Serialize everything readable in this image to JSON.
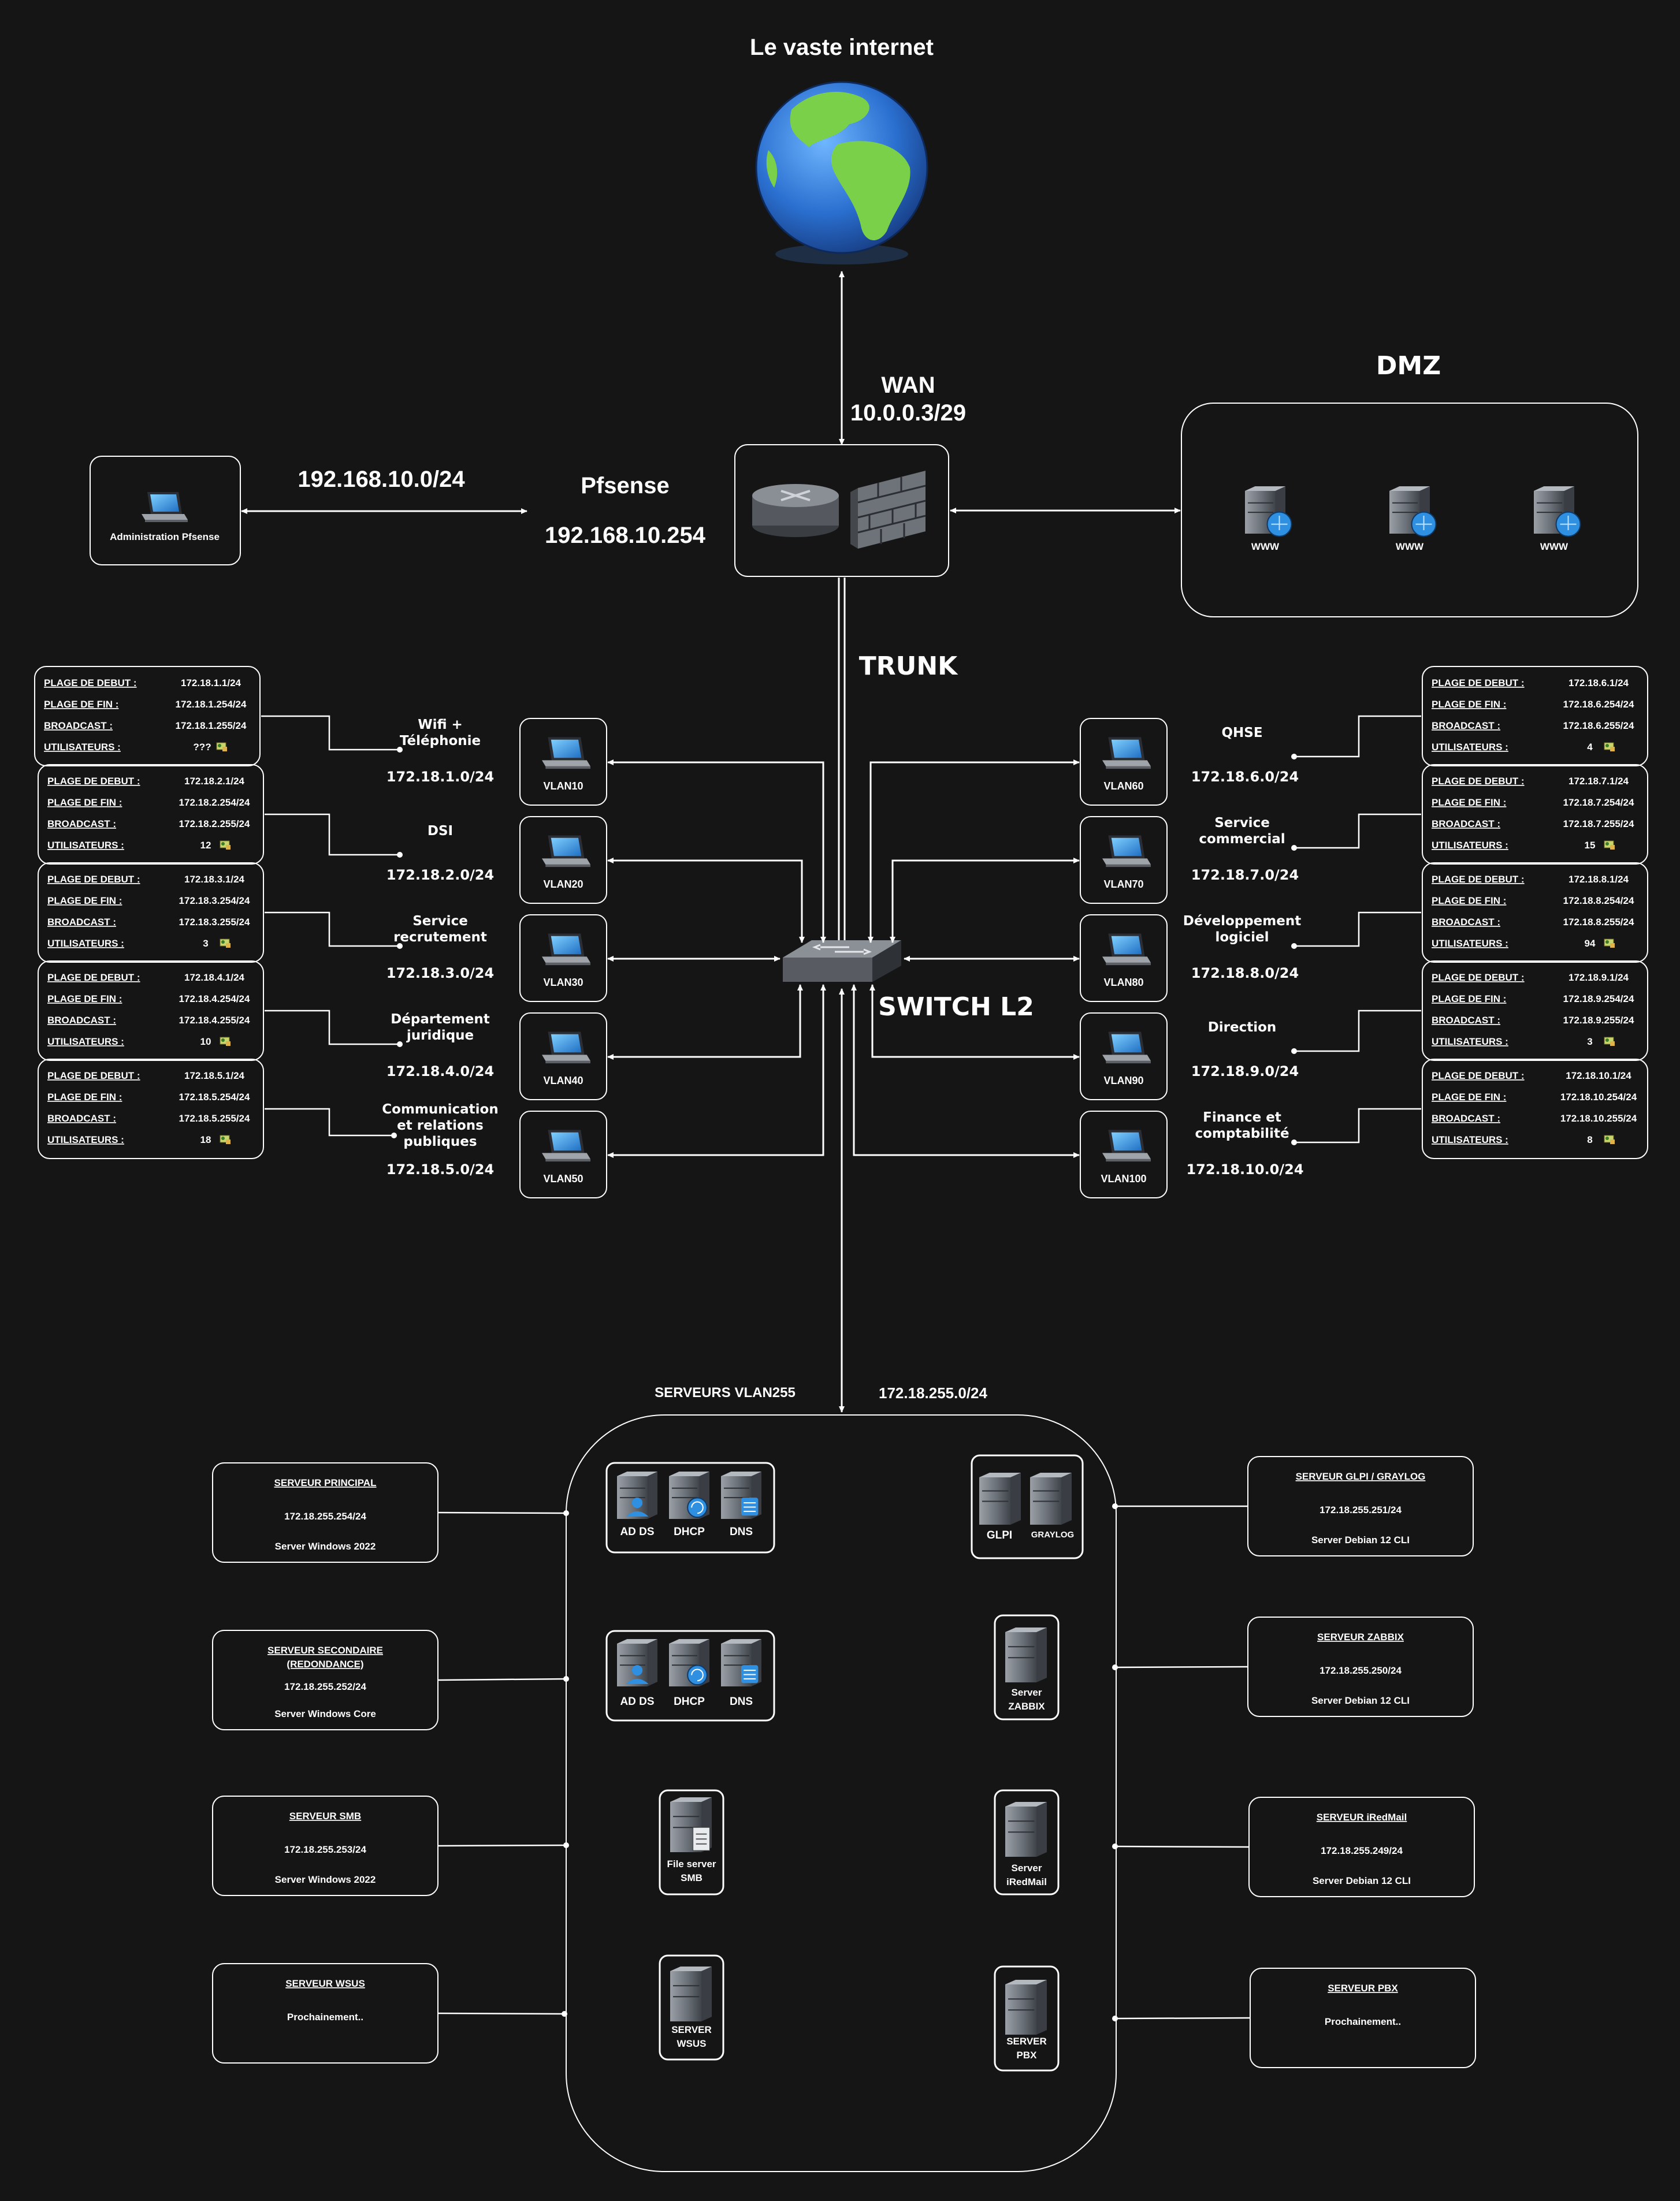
{
  "title": "Le vaste internet",
  "wan": {
    "label": "WAN",
    "ip": "10.0.0.3/29"
  },
  "dmz": {
    "title": "DMZ",
    "servers": [
      "www",
      "www",
      "www"
    ]
  },
  "admin": {
    "label": "Administration Pfsense",
    "network": "192.168.10.0/24"
  },
  "pfsense": {
    "label": "Pfsense",
    "ip": "192.168.10.254"
  },
  "trunk": "TRUNK",
  "switch_label": "SWITCH L2",
  "field_labels": {
    "start": "PLAGE DE DEBUT :",
    "end": "PLAGE DE FIN :",
    "broadcast": "BROADCAST :",
    "users": "UTILISATEURS :"
  },
  "vlans_left": [
    {
      "vlan": "VLAN10",
      "name": [
        "Wifi +",
        "Téléphonie"
      ],
      "subnet": "172.18.1.0/24",
      "start": "172.18.1.1/24",
      "end": "172.18.1.254/24",
      "broadcast": "172.18.1.255/24",
      "users": "???"
    },
    {
      "vlan": "VLAN20",
      "name": [
        "DSI"
      ],
      "subnet": "172.18.2.0/24",
      "start": "172.18.2.1/24",
      "end": "172.18.2.254/24",
      "broadcast": "172.18.2.255/24",
      "users": "12"
    },
    {
      "vlan": "VLAN30",
      "name": [
        "Service",
        "recrutement"
      ],
      "subnet": "172.18.3.0/24",
      "start": "172.18.3.1/24",
      "end": "172.18.3.254/24",
      "broadcast": "172.18.3.255/24",
      "users": "3"
    },
    {
      "vlan": "VLAN40",
      "name": [
        "Département",
        "juridique"
      ],
      "subnet": "172.18.4.0/24",
      "start": "172.18.4.1/24",
      "end": "172.18.4.254/24",
      "broadcast": "172.18.4.255/24",
      "users": "10"
    },
    {
      "vlan": "VLAN50",
      "name": [
        "Communication",
        "et relations",
        "publiques"
      ],
      "subnet": "172.18.5.0/24",
      "start": "172.18.5.1/24",
      "end": "172.18.5.254/24",
      "broadcast": "172.18.5.255/24",
      "users": "18"
    }
  ],
  "vlans_right": [
    {
      "vlan": "VLAN60",
      "name": [
        "QHSE"
      ],
      "subnet": "172.18.6.0/24",
      "start": "172.18.6.1/24",
      "end": "172.18.6.254/24",
      "broadcast": "172.18.6.255/24",
      "users": "4"
    },
    {
      "vlan": "VLAN70",
      "name": [
        "Service",
        "commercial"
      ],
      "subnet": "172.18.7.0/24",
      "start": "172.18.7.1/24",
      "end": "172.18.7.254/24",
      "broadcast": "172.18.7.255/24",
      "users": "15"
    },
    {
      "vlan": "VLAN80",
      "name": [
        "Développement",
        "logiciel"
      ],
      "subnet": "172.18.8.0/24",
      "start": "172.18.8.1/24",
      "end": "172.18.8.254/24",
      "broadcast": "172.18.8.255/24",
      "users": "94"
    },
    {
      "vlan": "VLAN90",
      "name": [
        "Direction"
      ],
      "subnet": "172.18.9.0/24",
      "start": "172.18.9.1/24",
      "end": "172.18.9.254/24",
      "broadcast": "172.18.9.255/24",
      "users": "3"
    },
    {
      "vlan": "VLAN100",
      "name": [
        "Finance et",
        "comptabilité"
      ],
      "subnet": "172.18.10.0/24",
      "start": "172.18.10.1/24",
      "end": "172.18.10.254/24",
      "broadcast": "172.18.10.255/24",
      "users": "8"
    }
  ],
  "servers_zone": {
    "title": "SERVEURS VLAN255",
    "subnet": "172.18.255.0/24"
  },
  "server_groups": {
    "principal": [
      "AD DS",
      "DHCP",
      "DNS"
    ],
    "secondaire": [
      "AD DS",
      "DHCP",
      "DNS"
    ],
    "smb": [
      "File server",
      "SMB"
    ],
    "wsus": [
      "SERVER",
      "WSUS"
    ],
    "glpi": [
      "GLPI",
      "GRAYLOG"
    ],
    "zabbix": [
      "Server",
      "ZABBIX"
    ],
    "iredmail": [
      "Server",
      "iRedMail"
    ],
    "pbx": [
      "SERVER",
      "PBX"
    ]
  },
  "server_info_left": [
    {
      "title": [
        "SERVEUR PRINCIPAL"
      ],
      "ip": "172.18.255.254/24",
      "os": "Server Windows 2022"
    },
    {
      "title": [
        "SERVEUR SECONDAIRE",
        "(REDONDANCE)"
      ],
      "ip": "172.18.255.252/24",
      "os": "Server Windows Core"
    },
    {
      "title": [
        "SERVEUR SMB"
      ],
      "ip": "172.18.255.253/24",
      "os": "Server Windows 2022"
    },
    {
      "title": [
        "SERVEUR WSUS"
      ],
      "ip": "",
      "os": "Prochainement.."
    }
  ],
  "server_info_right": [
    {
      "title": [
        "SERVEUR GLPI / GRAYLOG"
      ],
      "ip": "172.18.255.251/24",
      "os": "Server Debian 12 CLI"
    },
    {
      "title": [
        "SERVEUR ZABBIX"
      ],
      "ip": "172.18.255.250/24",
      "os": "Server Debian 12 CLI"
    },
    {
      "title": [
        "SERVEUR iRedMail"
      ],
      "ip": "172.18.255.249/24",
      "os": "Server Debian 12 CLI"
    },
    {
      "title": [
        "SERVEUR PBX"
      ],
      "ip": "",
      "os": "Prochainement.."
    }
  ]
}
